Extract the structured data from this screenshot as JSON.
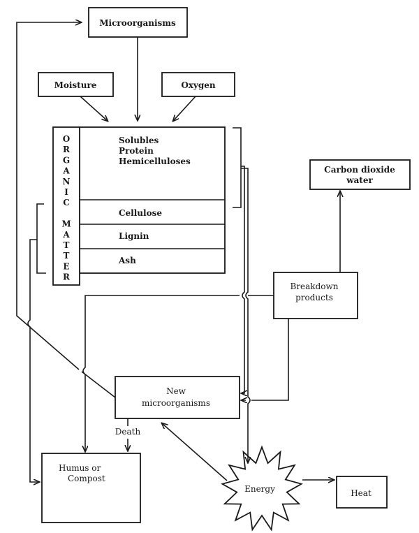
{
  "diagram": {
    "nodes": {
      "microorganisms": "Microorganisms",
      "moisture": "Moisture",
      "oxygen": "Oxygen",
      "organic_matter_letters": [
        "O",
        "R",
        "G",
        "A",
        "N",
        "I",
        "C",
        "",
        "M",
        "A",
        "T",
        "T",
        "E",
        "R"
      ],
      "solubles": [
        "Solubles",
        "Protein",
        "Hemicelluloses"
      ],
      "cellulose": "Cellulose",
      "lignin": "Lignin",
      "ash": "Ash",
      "carbon_dioxide": [
        "Carbon dioxide",
        "water"
      ],
      "breakdown": [
        "Breakdown",
        "products"
      ],
      "new_micro": [
        "New",
        "microorganisms"
      ],
      "death": "Death",
      "humus": [
        "Humus or",
        "Compost"
      ],
      "energy": "Energy",
      "heat": "Heat"
    }
  }
}
